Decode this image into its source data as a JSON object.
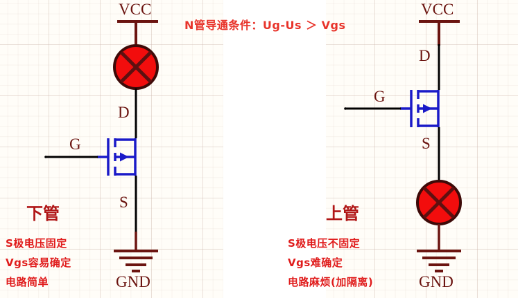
{
  "diagram": {
    "title_condition": "N管导通条件：Ug-Us ＞ Vgs",
    "colors": {
      "wire_dark_red": "#6b1410",
      "wire_black": "#000000",
      "mosfet_blue": "#1a1ac8",
      "lamp_fill": "#f20d0d",
      "lamp_stroke": "#5e1010",
      "note_red": "#e01b1b",
      "title_red": "#b01616",
      "head_red": "#e8332a",
      "grid_line": "#c8afa5",
      "panel_bg": "#fffdf8"
    }
  },
  "left_circuit": {
    "name": "low-side-switch",
    "pins": {
      "vcc": "VCC",
      "drain": "D",
      "gate": "G",
      "source": "S",
      "gnd": "GND"
    },
    "components": {
      "lamp": "lamp-load",
      "mosfet": "n-channel-mosfet"
    },
    "caption": "下管",
    "notes": [
      "S极电压固定",
      "Vgs容易确定",
      "电路简单"
    ]
  },
  "right_circuit": {
    "name": "high-side-switch",
    "pins": {
      "vcc": "VCC",
      "drain": "D",
      "gate": "G",
      "source": "S",
      "gnd": "GND"
    },
    "components": {
      "lamp": "lamp-load",
      "mosfet": "n-channel-mosfet"
    },
    "caption": "上管",
    "notes": [
      "S极电压不固定",
      "Vgs难确定",
      "电路麻烦(加隔离)"
    ]
  }
}
